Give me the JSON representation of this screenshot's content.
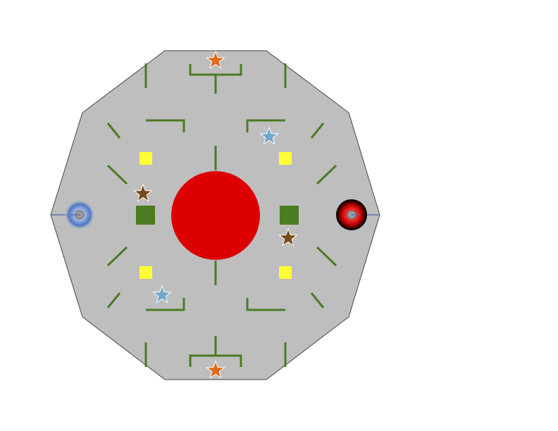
{
  "colors": {
    "background": "#ffffff",
    "arena_floor": "#bebebe",
    "arena_border": "#444444",
    "walls": "#4a7c23",
    "center_zone": "#dd0000",
    "yellow_tile": "#ffff33",
    "green_block": "#4a7c23",
    "star_orange": "#e06a1c",
    "star_light_blue": "#6fa8c8",
    "star_brown": "#7a4a1a",
    "blue_base": "#3a6ab8",
    "red_base": "#cc0000",
    "base_line": "#4a6ab0"
  },
  "arena": {
    "shape": "decagon-icon"
  },
  "robots": [
    {
      "team": "blue",
      "icon": "blue-robot-icon"
    },
    {
      "team": "red",
      "icon": "red-robot-icon"
    }
  ],
  "stars": [
    {
      "color": "orange",
      "icon": "star-icon"
    },
    {
      "color": "orange",
      "icon": "star-icon"
    },
    {
      "color": "light-blue",
      "icon": "star-icon"
    },
    {
      "color": "light-blue",
      "icon": "star-icon"
    },
    {
      "color": "brown",
      "icon": "star-icon"
    },
    {
      "color": "brown",
      "icon": "star-icon"
    }
  ]
}
